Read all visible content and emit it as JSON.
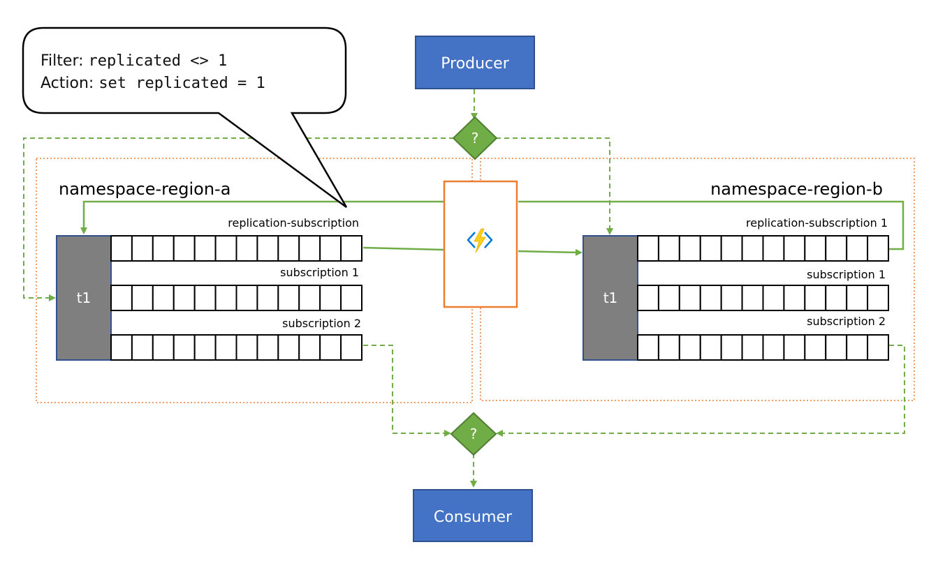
{
  "callout": {
    "filter_label": "Filter:",
    "filter_expr": "replicated <> 1",
    "action_label": "Action:",
    "action_expr": "set replicated = 1"
  },
  "producer": {
    "label": "Producer"
  },
  "consumer": {
    "label": "Consumer"
  },
  "decision_top": {
    "label": "?"
  },
  "decision_bottom": {
    "label": "?"
  },
  "region_a": {
    "title": "namespace-region-a",
    "topic": "t1",
    "subscriptions": [
      "replication-subscription",
      "subscription 1",
      "subscription 2"
    ]
  },
  "region_b": {
    "title": "namespace-region-b",
    "topic": "t1",
    "subscriptions": [
      "replication-subscription 1",
      "subscription 1",
      "subscription 2"
    ]
  },
  "colors": {
    "box_blue": "#4472c4",
    "box_blue_border": "#2f528f",
    "green": "#70ad47",
    "diamond_green": "#70ad47",
    "diamond_border": "#507e32",
    "orange": "#ed7d31",
    "topic_gray": "#7f7f7f",
    "function_yellow": "#fcd116",
    "function_blue": "#0078d4"
  },
  "icons": {
    "function": "azure-function-icon"
  }
}
